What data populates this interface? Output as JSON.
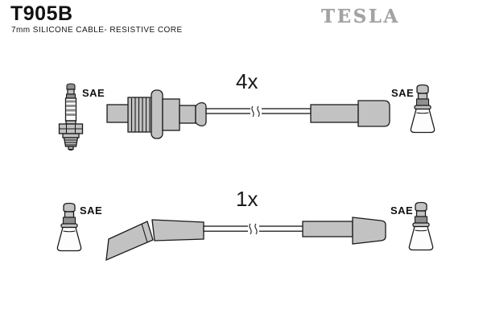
{
  "page": {
    "part_number": "T905B",
    "subtitle": "7mm SILICONE CABLE- RESISTIVE CORE",
    "brand": "TESLA"
  },
  "colors": {
    "part_gray": "#c2c2c2",
    "part_dark": "#8f8f8f",
    "outline": "#1a1a1a",
    "brand_gray": "#a3a3a3",
    "boot_white": "#fdfdfd"
  },
  "rows": [
    {
      "quantity": "4x",
      "left_terminal_label": "SAE",
      "left_terminal_icon": "spark-plug-icon",
      "right_terminal_label": "SAE",
      "right_terminal_icon": "distributor-boot-icon"
    },
    {
      "quantity": "1x",
      "left_terminal_label": "SAE",
      "left_terminal_icon": "distributor-boot-icon",
      "right_terminal_label": "SAE",
      "right_terminal_icon": "distributor-boot-icon"
    }
  ]
}
